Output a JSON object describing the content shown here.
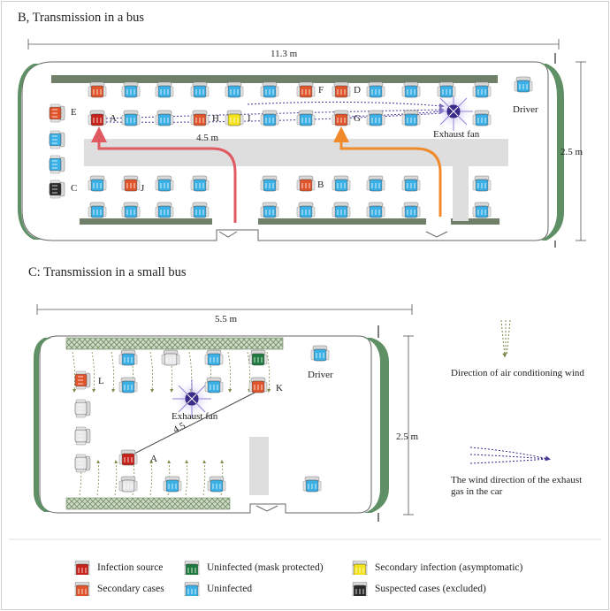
{
  "panel_b": {
    "title": "B, Transmission in a bus",
    "length": "11.3 m",
    "width": "2.5 m",
    "distance": "4.5 m",
    "driver": "Driver",
    "exhaust_fan": "Exhaust fan",
    "seat_labels": [
      "A",
      "E",
      "C",
      "J",
      "H",
      "I",
      "F",
      "D",
      "G",
      "B"
    ]
  },
  "panel_c": {
    "title": "C: Transmission in a small bus",
    "length": "5.5 m",
    "width": "2.5 m",
    "distance": "4.5",
    "driver": "Driver",
    "exhaust_fan": "Exhaust fan",
    "seat_labels": [
      "L",
      "K",
      "A"
    ]
  },
  "side_legend": {
    "ac_wind": "Direction of air conditioning wind",
    "exhaust_wind": "The wind direction of the exhaust gas in the car"
  },
  "legend": [
    {
      "label": "Infection source",
      "color": "#c8231b"
    },
    {
      "label": "Uninfected (mask protected)",
      "color": "#1e7a3e"
    },
    {
      "label": "Secondary infection (asymptomatic)",
      "color": "#f4e21b"
    },
    {
      "label": "Secondary cases",
      "color": "#e0552b"
    },
    {
      "label": "Uninfected",
      "color": "#3ab0e6"
    },
    {
      "label": "Suspected cases (excluded)",
      "color": "#2b2b2b"
    }
  ],
  "colors": {
    "bus_wall": "#5f8f64",
    "aisle": "#dedede",
    "red_arrow": "#e05a62",
    "orange_arrow": "#f08a2b",
    "exhaust_path": "#4b3a9c",
    "ac_arrow": "#7a8a4a",
    "fan_glow": "#9b8fd8"
  }
}
